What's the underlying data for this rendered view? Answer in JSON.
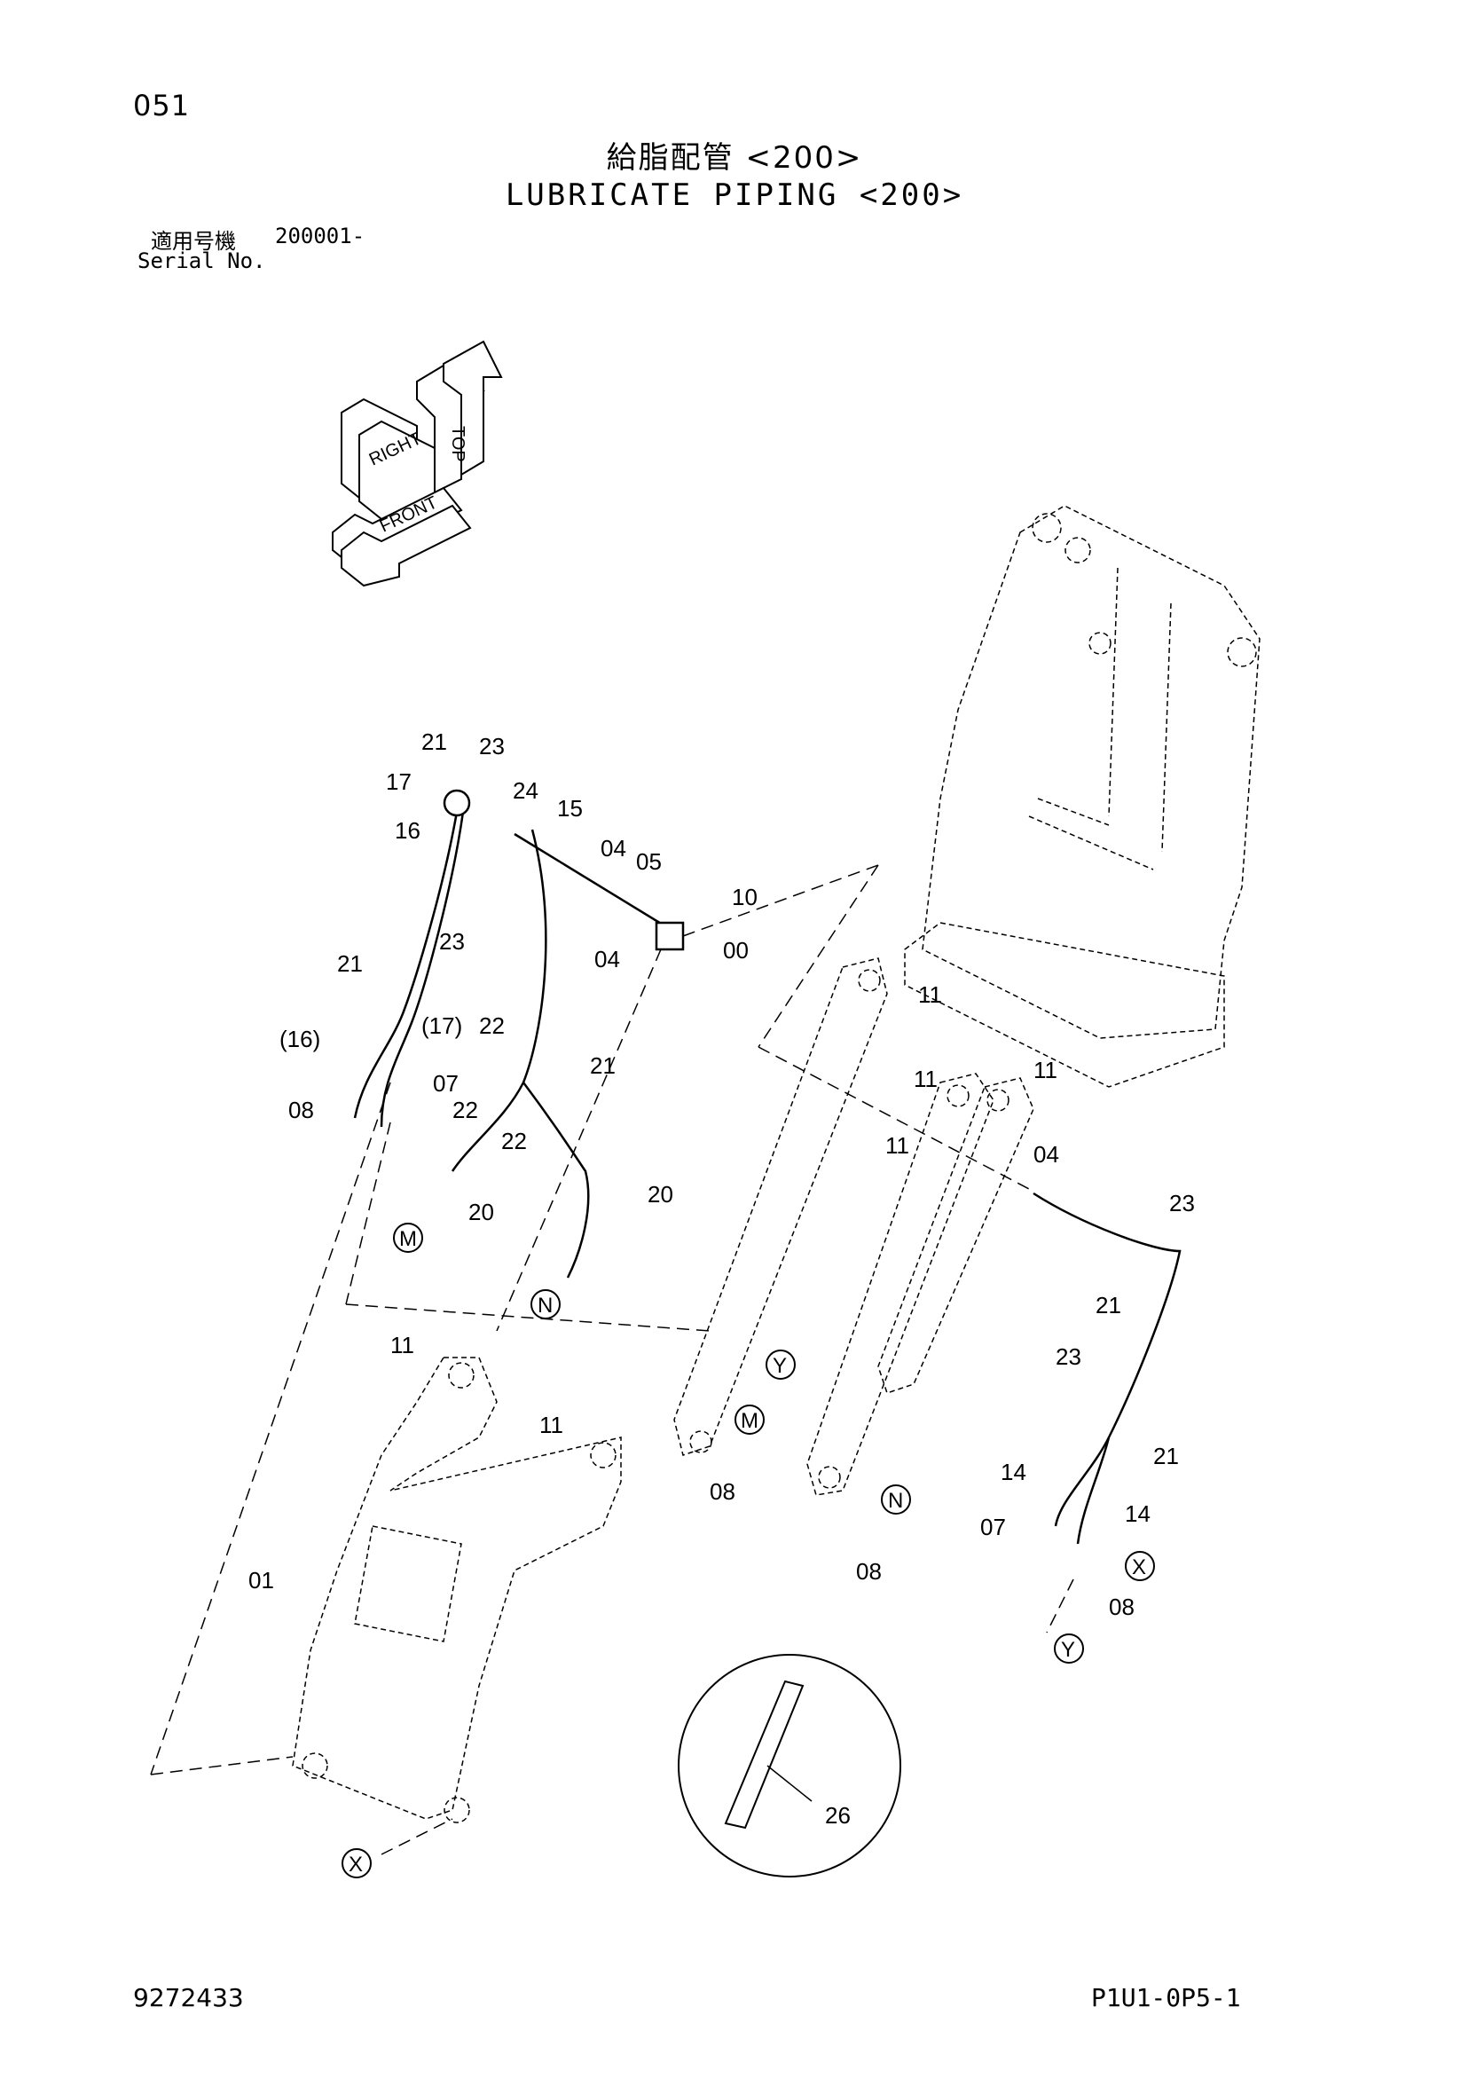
{
  "header": {
    "page_number": "051",
    "title_jp": "給脂配管 <200>",
    "title_en": "LUBRICATE PIPING <200>",
    "serial_label_jp": "適用号機",
    "serial_value": "200001-",
    "serial_label_en": "Serial No."
  },
  "orientation_icon": {
    "labels": {
      "top": "TOP",
      "right": "RIGHT",
      "front": "FRONT"
    }
  },
  "callouts": {
    "c21a": "21",
    "c23a": "23",
    "c17a": "17",
    "c24": "24",
    "c15": "15",
    "c16a": "16",
    "c04a": "04",
    "c05": "05",
    "c10": "10",
    "c04b": "04",
    "c00": "00",
    "c21b": "21",
    "c23b": "23",
    "c16b": "(16)",
    "c17b": "(17)",
    "c22a": "22",
    "c21c": "21",
    "c07a": "07",
    "c08a": "08",
    "c22b": "22",
    "c22c": "22",
    "c20a": "20",
    "c20b": "20",
    "c11a": "11",
    "c11b": "11",
    "c11c": "11",
    "c11d": "11",
    "c04c": "04",
    "c23c": "23",
    "c21d": "21",
    "c11e": "11",
    "c11f": "11",
    "c08b": "08",
    "c23d": "23",
    "c21e": "21",
    "c14a": "14",
    "c14b": "14",
    "c07b": "07",
    "c08c": "08",
    "c08d": "08",
    "c01": "01",
    "c26": "26"
  },
  "connectors": {
    "M1": "M",
    "N1": "N",
    "M2": "M",
    "N2": "N",
    "Y1": "Y",
    "X1": "X",
    "Y2": "Y",
    "X2": "X"
  },
  "footer": {
    "doc_id": "9272433",
    "page_code": "P1U1-0P5-1"
  }
}
